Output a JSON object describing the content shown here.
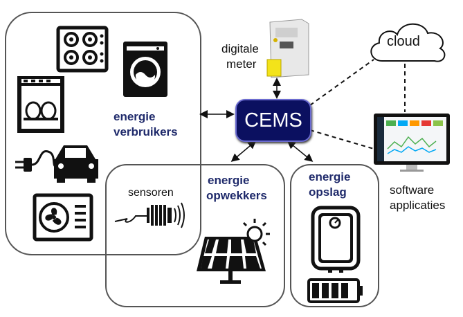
{
  "diagram": {
    "central_node": "CEMS",
    "groups": {
      "consumers": [
        "energie",
        "verbruikers"
      ],
      "producers": [
        "energie",
        "opwekkers"
      ],
      "storage": [
        "energie",
        "opslag"
      ]
    },
    "labels": {
      "sensors": "sensoren",
      "meter": [
        "digitale",
        "meter"
      ],
      "cloud": "cloud",
      "software": [
        "software",
        "applicaties"
      ]
    },
    "icons": [
      "cooktop-icon",
      "washing-machine-icon",
      "dishwasher-icon",
      "electric-car-icon",
      "air-conditioner-icon",
      "sensor-icon",
      "solar-panel-icon",
      "boiler-icon",
      "battery-icon",
      "smart-meter-icon",
      "cloud-icon",
      "monitor-icon"
    ],
    "colors": {
      "cems_fill": "#0b1060",
      "group_label": "#1f2a6b"
    }
  }
}
